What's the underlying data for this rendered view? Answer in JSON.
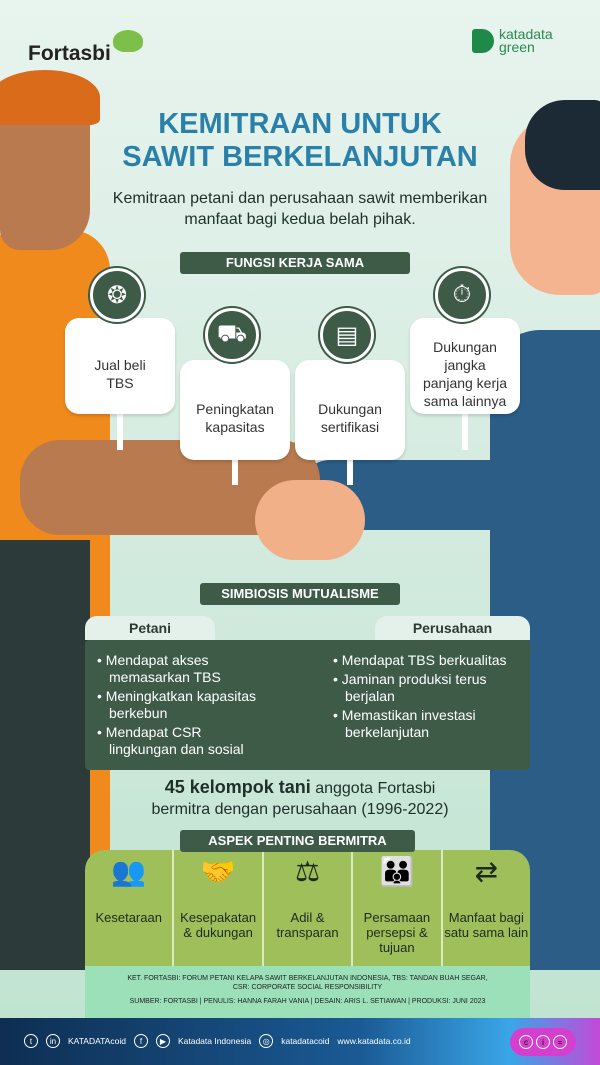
{
  "header": {
    "left_logo": "Fortasbi",
    "right_logo_line1": "katadata",
    "right_logo_line2": "green"
  },
  "title_line1": "KEMITRAAN UNTUK",
  "title_line2": "SAWIT BERKELANJUTAN",
  "subtitle_line1": "Kemitraan petani dan perusahaan sawit memberikan",
  "subtitle_line2": "manfaat bagi kedua belah pihak.",
  "fungsi": {
    "heading": "FUNGSI KERJA SAMA",
    "items": [
      {
        "label": "Jual beli TBS",
        "icon": "palm-fruit-phone-icon",
        "glyph": "❂"
      },
      {
        "label": "Peningkatan kapasitas",
        "icon": "truck-growth-icon",
        "glyph": "⛟"
      },
      {
        "label": "Dukungan sertifikasi",
        "icon": "certificate-icon",
        "glyph": "▤"
      },
      {
        "label": "Dukungan jangka panjang kerja sama lainnya",
        "icon": "clock-gears-icon",
        "glyph": "⏱"
      }
    ]
  },
  "simbiosis": {
    "heading": "SIMBIOSIS MUTUALISME",
    "petani": {
      "label": "Petani",
      "items": [
        "Mendapat akses memasarkan TBS",
        "Meningkatkan kapasitas berkebun",
        "Mendapat CSR lingkungan dan sosial"
      ]
    },
    "perusahaan": {
      "label": "Perusahaan",
      "items": [
        "Mendapat TBS berkualitas",
        "Jaminan produksi terus berjalan",
        "Memastikan investasi berkelanjutan"
      ]
    }
  },
  "stat": {
    "bold": "45 kelompok tani",
    "rest": " anggota Fortasbi",
    "line2": "bermitra dengan perusahaan (1996-2022)"
  },
  "aspek": {
    "heading": "ASPEK PENTING BERMITRA",
    "items": [
      {
        "label": "Kesetaraan",
        "glyph": "👥",
        "icon": "people-equal-icon"
      },
      {
        "label": "Kesepakatan & dukungan",
        "glyph": "🤝",
        "icon": "agreement-icon"
      },
      {
        "label": "Adil & transparan",
        "glyph": "⚖",
        "icon": "scale-icon"
      },
      {
        "label": "Persamaan persepsi & tujuan",
        "glyph": "👪",
        "icon": "group-idea-icon"
      },
      {
        "label": "Manfaat bagi satu sama lain",
        "glyph": "⇄",
        "icon": "exchange-icon"
      }
    ]
  },
  "notes": {
    "ket": "KET. FORTASBI: FORUM PETANI KELAPA SAWIT BERKELANJUTAN INDONESIA, TBS: TANDAN BUAH SEGAR,",
    "ket2": "CSR: CORPORATE SOCIAL RESPONSIBILITY",
    "source": "SUMBER: FORTASBI | PENULIS: HANNA FARAH VANIA | DESAIN: ARIS L. SETIAWAN | PRODUKSI: JUNI 2023"
  },
  "footer": {
    "twitter_in": "KATADATAcoid",
    "fb_yt": "Katadata Indonesia",
    "instagram": "katadatacoid",
    "website": "www.katadata.co.id"
  },
  "colors": {
    "dark_green": "#3d5b47",
    "title_blue": "#2a80a8",
    "olive": "#9fbf5a"
  }
}
